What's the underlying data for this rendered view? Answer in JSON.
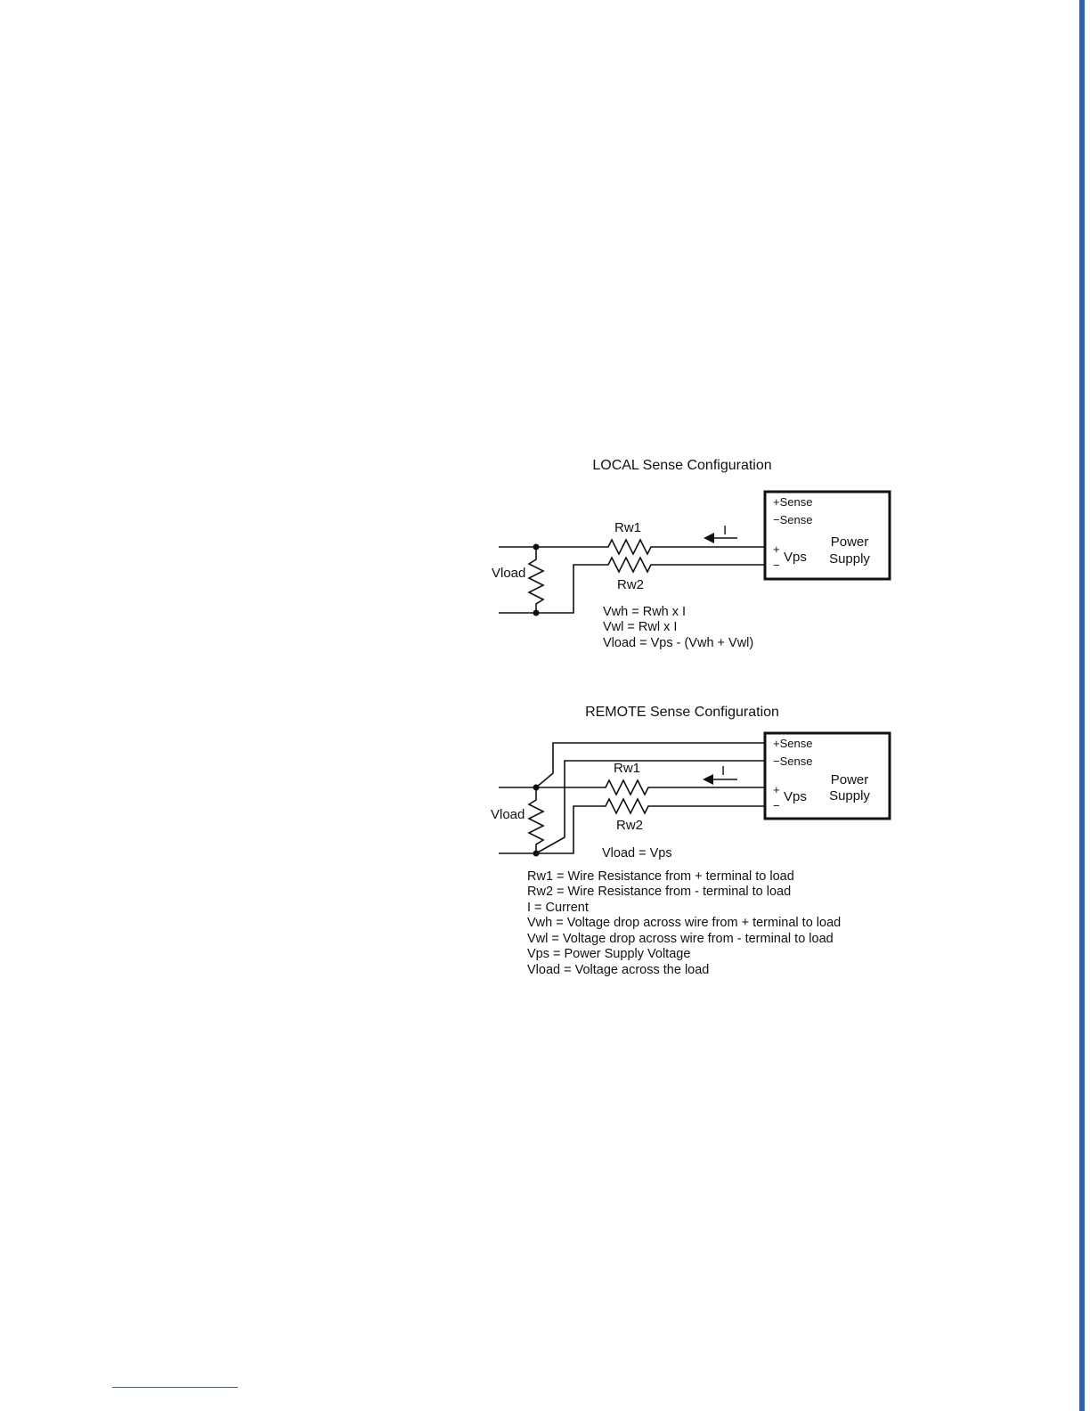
{
  "local": {
    "title": "LOCAL Sense Configuration",
    "ps_sense_plus": "+Sense",
    "ps_sense_minus": "−Sense",
    "ps_vps_plus": "+",
    "ps_vps_minus": "−",
    "ps_vps": "Vps",
    "ps_power": "Power",
    "ps_supply": "Supply",
    "rw1": "Rw1",
    "rw2": "Rw2",
    "vload": "Vload",
    "current": "I",
    "equations": [
      "Vwh = Rwh x I",
      "Vwl = Rwl x I",
      "Vload = Vps - (Vwh + Vwl)"
    ]
  },
  "remote": {
    "title": "REMOTE Sense Configuration",
    "ps_sense_plus": "+Sense",
    "ps_sense_minus": "−Sense",
    "ps_vps_plus": "+",
    "ps_vps_minus": "−",
    "ps_vps": "Vps",
    "ps_power": "Power",
    "ps_supply": "Supply",
    "rw1": "Rw1",
    "rw2": "Rw2",
    "vload": "Vload",
    "current": "I",
    "equation": "Vload = Vps"
  },
  "legend": [
    "Rw1 = Wire Resistance from + terminal to load",
    "Rw2 = Wire Resistance from - terminal to load",
    "I = Current",
    "Vwh = Voltage drop across wire from + terminal to load",
    "Vwl = Voltage drop across wire from - terminal to load",
    "Vps = Power Supply Voltage",
    "Vload = Voltage across the load"
  ]
}
